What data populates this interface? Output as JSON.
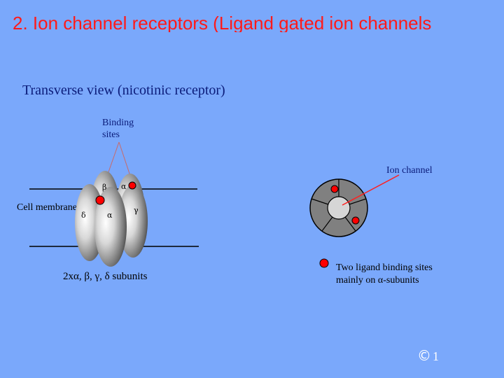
{
  "slide": {
    "title": "2.   Ion channel receptors (Ligand gated ion channels",
    "subtitle": "Transverse  view (nicotinic receptor)",
    "page_number": "1",
    "copyright_symbol": "©"
  },
  "labels": {
    "binding_sites": "Binding sites",
    "ion_channel": "Ion channel",
    "cell_membrane": "Cell membrane",
    "subunits": "2xα, β, γ, δ subunits",
    "ligand_sites": "Two ligand binding sites",
    "ligand_sites_2": "mainly on α-subunits"
  },
  "subunit_labels": {
    "beta": "β",
    "alpha_top": "α",
    "delta": "δ",
    "alpha_front": "α",
    "gamma": "γ"
  },
  "colors": {
    "background": "#7aa8fb",
    "title": "#ff1a1a",
    "subtitle": "#0b1c7a",
    "binding_site": "#ff0000"
  }
}
